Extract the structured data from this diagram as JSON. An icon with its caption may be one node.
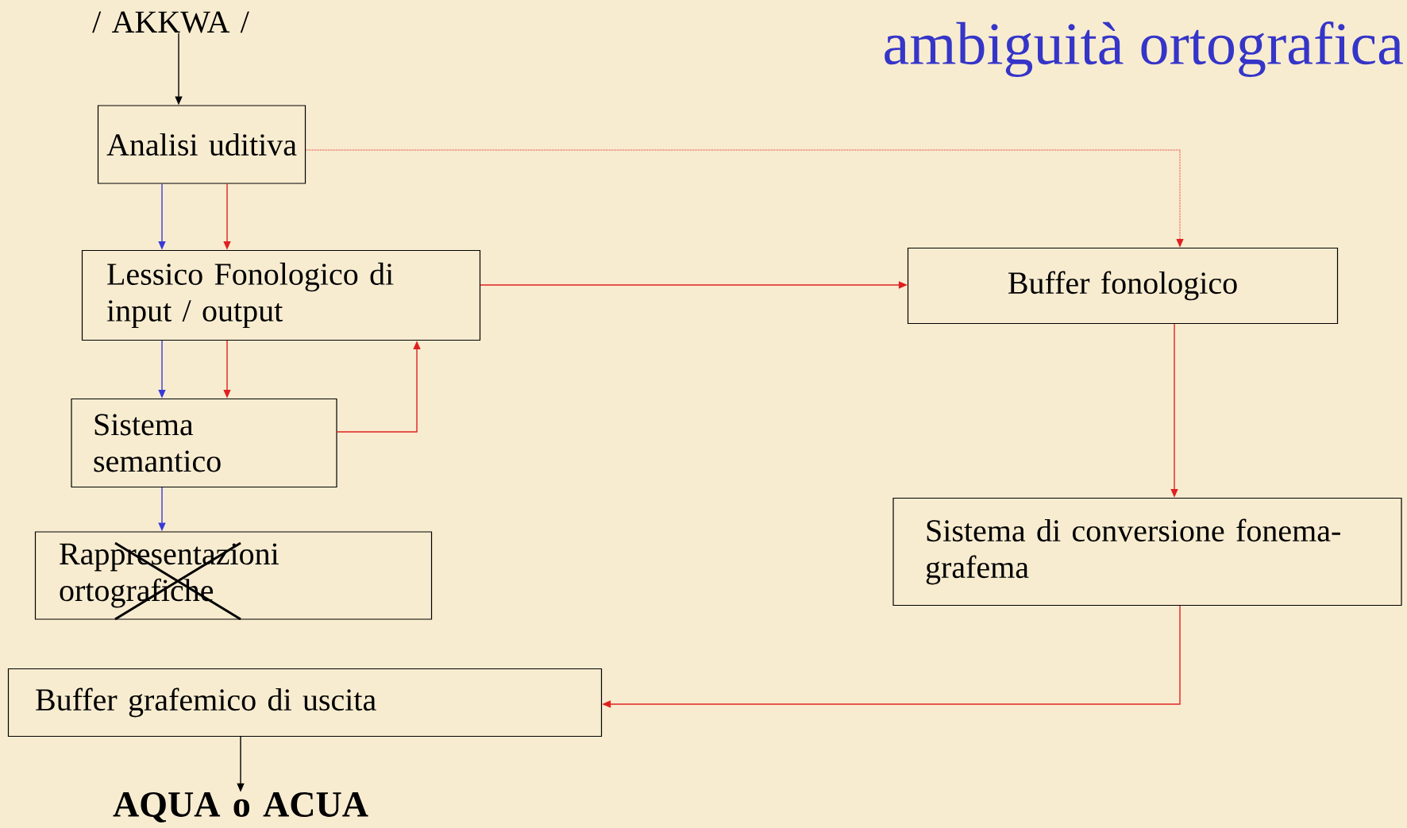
{
  "diagram": {
    "title": "ambiguità ortografica",
    "nodes": [
      {
        "text": [
          "/ AKKWA /"
        ]
      },
      {
        "text": [
          "Analisi uditiva"
        ]
      },
      {
        "text": [
          "Lessico Fonologico di input / output"
        ]
      },
      {
        "text": [
          "Buffer fonologico"
        ]
      },
      {
        "text": [
          "Sistema semantico"
        ]
      },
      {
        "text": [
          "Rappresentazioni ortografiche"
        ]
      },
      {
        "text": [
          "Sistema di conversione fonema-grafema"
        ]
      },
      {
        "text": [
          "Buffer grafemico  di uscita"
        ]
      },
      {
        "text": [
          "AQUA o ACUA"
        ]
      }
    ],
    "edges": [
      {
        "from": 0,
        "to": 1,
        "arrow": "to",
        "color": "#000000"
      },
      {
        "from": 1,
        "to": 2,
        "arrow": "to",
        "color": "#3a3ad8"
      },
      {
        "from": 1,
        "to": 2,
        "arrow": "to"
      },
      {
        "from": 1,
        "to": 3,
        "arrow": "to",
        "style": "dashed"
      },
      {
        "from": 2,
        "to": 3,
        "arrow": "to"
      },
      {
        "from": 2,
        "to": 4,
        "arrow": "to",
        "color": "#3a3ad8"
      },
      {
        "from": 2,
        "to": 4,
        "arrow": "to"
      },
      {
        "from": 4,
        "to": 2,
        "arrow": "to"
      },
      {
        "from": 4,
        "to": 5,
        "arrow": "to",
        "color": "#3a3ad8"
      },
      {
        "from": 3,
        "to": 6,
        "arrow": "to"
      },
      {
        "from": 6,
        "to": 7,
        "arrow": "to"
      },
      {
        "from": 7,
        "to": 8,
        "arrow": "to",
        "color": "#000000"
      }
    ]
  }
}
